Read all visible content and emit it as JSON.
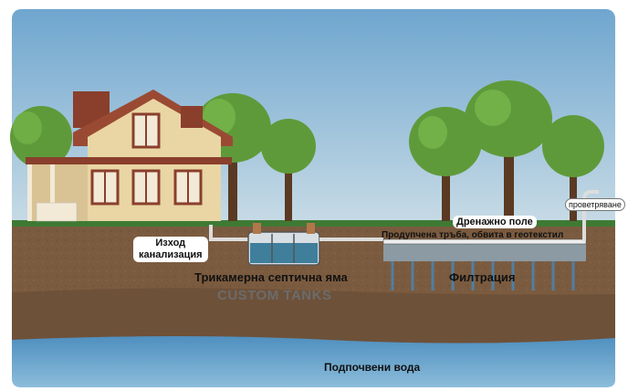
{
  "labels": {
    "outlet_line1": "Изход",
    "outlet_line2": "канализация",
    "tank": "Трикамерна септична яма",
    "brand": "CUSTOM TANKS",
    "drain_field": "Дренажно поле",
    "perforated_pipe": "Продупчена тръба, обвита в геотекстил",
    "filtration": "Филтрация",
    "vent": "проветряване",
    "groundwater": "Подпочвени вода"
  },
  "colors": {
    "sky": "#7fb1d4",
    "grass": "#3f7a34",
    "soil": "#7a5a3e",
    "gravel": "#8b9aa3",
    "groundwater": "#5e9bc5",
    "house_wall": "#e9d6a4",
    "roof": "#8a3f2c",
    "tree_leaves": "#5f9a3a",
    "tree_trunk": "#5a3a22",
    "tank_water": "#3f7f9c"
  },
  "icons": [
    "house-icon",
    "tree-icon",
    "septic-tank-icon",
    "pipe-icon",
    "vent-pipe-icon"
  ]
}
